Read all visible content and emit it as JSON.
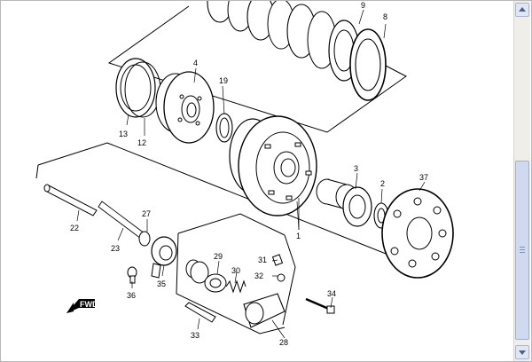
{
  "diagram": {
    "callouts": {
      "c1": "1",
      "c2": "2",
      "c3": "3",
      "c4": "4",
      "c8": "8",
      "c9": "9",
      "c12": "12",
      "c13": "13",
      "c19": "19",
      "c22": "22",
      "c23": "23",
      "c27": "27",
      "c28": "28",
      "c29": "29",
      "c30": "30",
      "c31": "31",
      "c32": "32",
      "c33": "33",
      "c34": "34",
      "c35": "35",
      "c36": "36",
      "c37": "37"
    },
    "fwd_label": "FWD"
  },
  "scrollbar": {
    "up_icon": "chevron-up-icon",
    "down_icon": "chevron-down-icon"
  }
}
